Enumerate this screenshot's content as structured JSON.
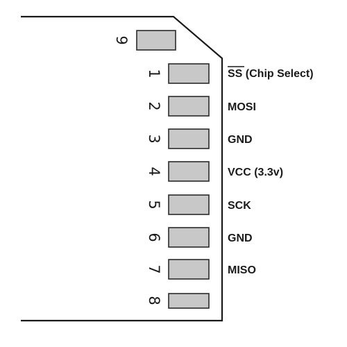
{
  "card": {
    "pins": [
      {
        "number": "9",
        "label": ""
      },
      {
        "number": "1",
        "label_over": "SS",
        "label": " (Chip Select)"
      },
      {
        "number": "2",
        "label": "MOSI"
      },
      {
        "number": "3",
        "label": "GND"
      },
      {
        "number": "4",
        "label": "VCC (3.3v)"
      },
      {
        "number": "5",
        "label": "SCK"
      },
      {
        "number": "6",
        "label": "GND"
      },
      {
        "number": "7",
        "label": "MISO"
      },
      {
        "number": "8",
        "label": ""
      }
    ]
  },
  "colors": {
    "pin_fill": "#c8c8c8",
    "outline": "#1a1a1a",
    "background": "#ffffff"
  }
}
